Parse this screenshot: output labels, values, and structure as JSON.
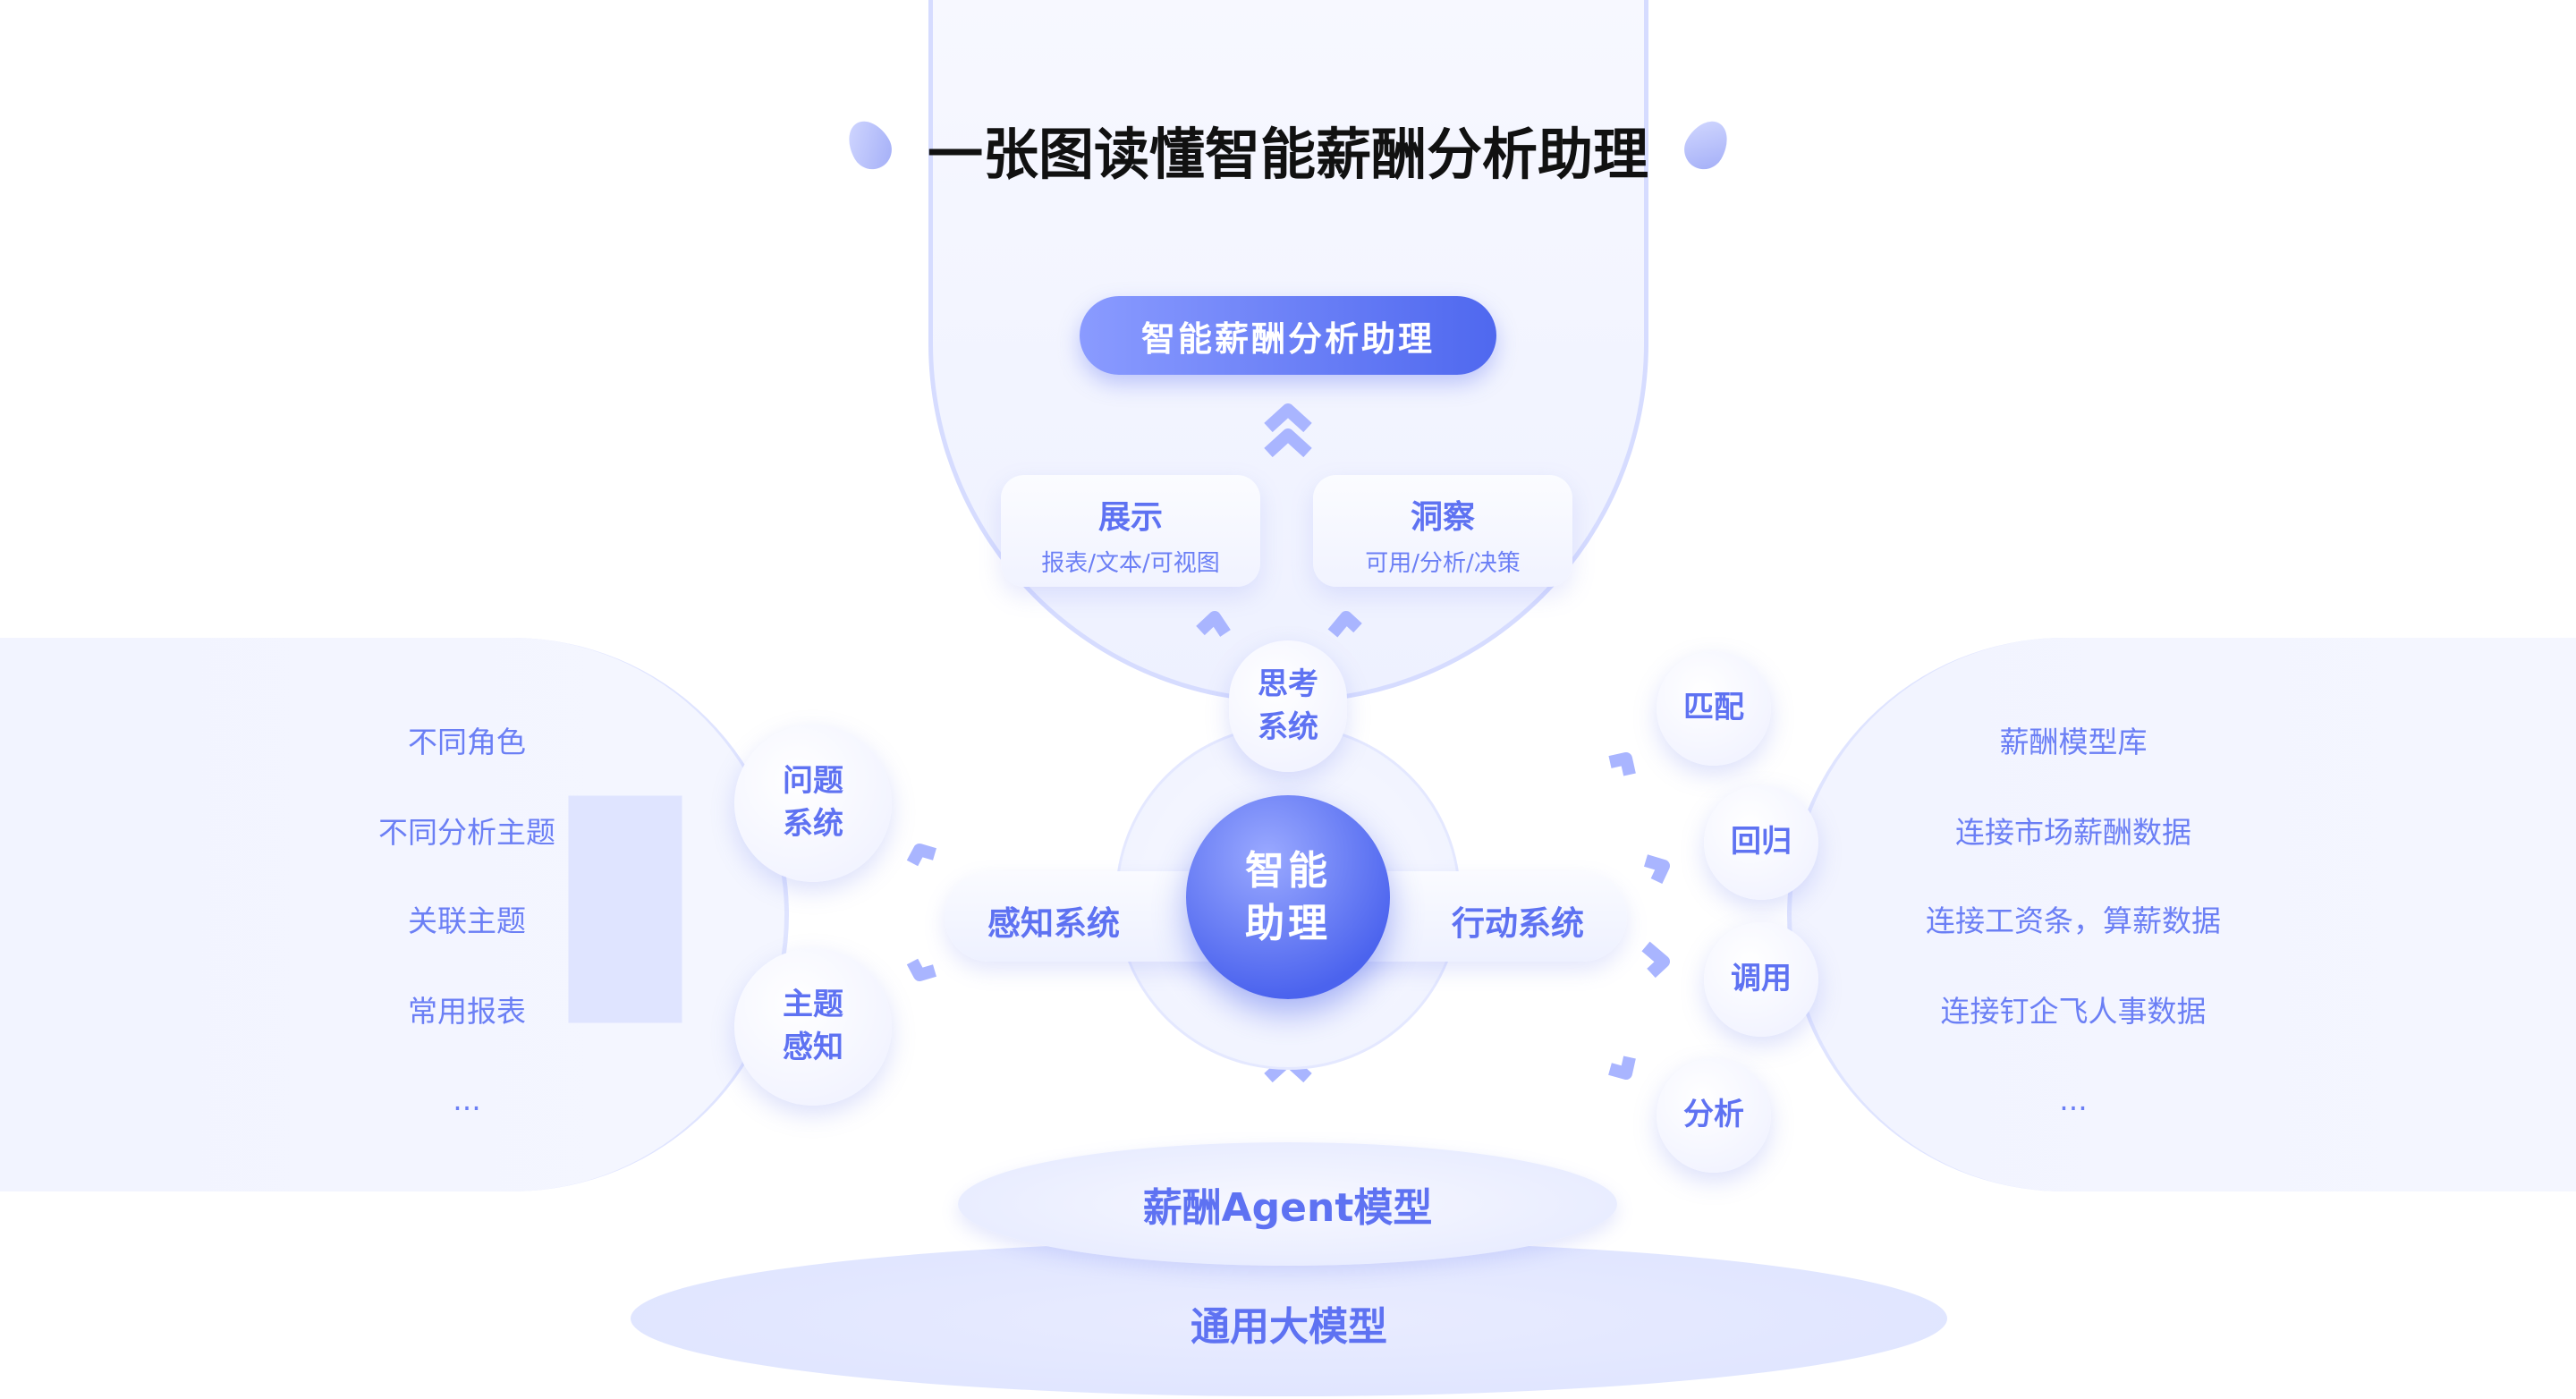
{
  "title": "一张图读懂智能薪酬分析助理",
  "top_pill": "智能薪酬分析助理",
  "cards": [
    {
      "title": "展示",
      "sub": "报表/文本/可视图"
    },
    {
      "title": "洞察",
      "sub": "可用/分析/决策"
    }
  ],
  "thinking": [
    "思考",
    "系统"
  ],
  "core": [
    "智能",
    "助理"
  ],
  "perception": "感知系统",
  "action": "行动系统",
  "left_bubbles": [
    [
      "问题",
      "系统"
    ],
    [
      "主题",
      "感知"
    ]
  ],
  "left_items": [
    "不同角色",
    "不同分析主题",
    "关联主题",
    "常用报表",
    "..."
  ],
  "right_bubbles": [
    "匹配",
    "回归",
    "调用",
    "分析"
  ],
  "right_items": [
    "薪酬模型库",
    "连接市场薪酬数据",
    "连接工资条，算薪数据",
    "连接钉企飞人事数据",
    "..."
  ],
  "agent_model": "薪酬Agent模型",
  "general_model": "通用大模型"
}
